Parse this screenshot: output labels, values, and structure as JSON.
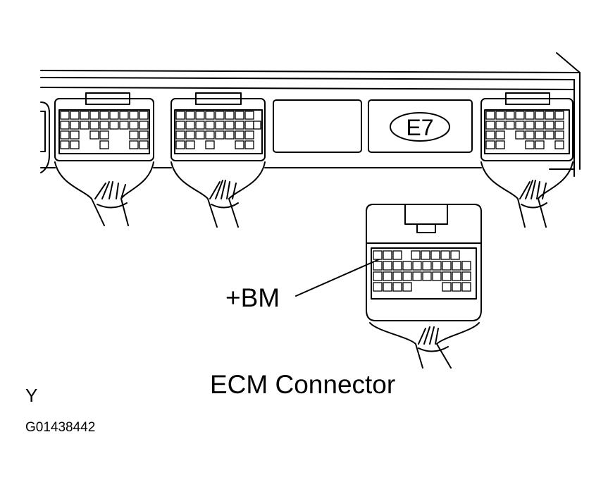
{
  "labels": {
    "connector_code": "E7",
    "pin_label": "+BM",
    "caption": "ECM Connector",
    "corner_letter": "Y",
    "figure_id": "G01438442"
  }
}
